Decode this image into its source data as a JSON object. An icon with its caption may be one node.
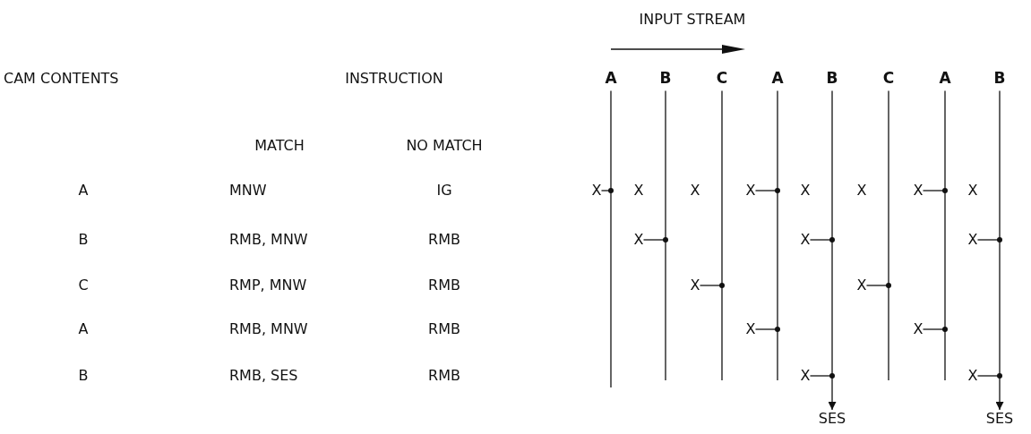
{
  "diagram": {
    "nodes": [
      {
        "text": [
          "A"
        ]
      },
      {
        "text": [
          "B"
        ]
      },
      {
        "text": [
          "C"
        ]
      },
      {
        "text": [
          "A"
        ]
      },
      {
        "text": [
          "B"
        ]
      },
      {
        "text": [
          "C"
        ]
      },
      {
        "text": [
          "A"
        ]
      },
      {
        "text": [
          "B"
        ]
      },
      {
        "text": [
          "X"
        ]
      },
      {
        "text": [
          "X"
        ]
      },
      {
        "text": [
          "X"
        ]
      },
      {
        "text": [
          "X"
        ]
      },
      {
        "text": [
          "X"
        ]
      },
      {
        "text": [
          "X"
        ]
      },
      {
        "text": [
          "X"
        ]
      },
      {
        "text": [
          "X"
        ]
      },
      {
        "text": [
          "X"
        ]
      },
      {
        "text": [
          "X"
        ]
      },
      {
        "text": [
          "X"
        ]
      },
      {
        "text": [
          "X"
        ]
      },
      {
        "text": [
          "SES"
        ]
      },
      {
        "text": [
          "SES"
        ]
      }
    ],
    "edges": [
      {
        "from": 0,
        "to": null,
        "arrow": "none"
      },
      {
        "from": 1,
        "to": null,
        "arrow": "none"
      },
      {
        "from": 2,
        "to": null,
        "arrow": "none"
      },
      {
        "from": 3,
        "to": null,
        "arrow": "none"
      },
      {
        "from": 4,
        "to": 20,
        "arrow": "to"
      },
      {
        "from": 5,
        "to": null,
        "arrow": "none"
      },
      {
        "from": 6,
        "to": null,
        "arrow": "none"
      },
      {
        "from": 7,
        "to": 21,
        "arrow": "to"
      },
      {
        "from": 8,
        "to": null,
        "arrow": "other"
      },
      {
        "from": 9,
        "to": null,
        "arrow": "other"
      },
      {
        "from": 10,
        "to": null,
        "arrow": "other"
      },
      {
        "from": 11,
        "to": null,
        "arrow": "other"
      },
      {
        "from": 12,
        "to": null,
        "arrow": "other"
      },
      {
        "from": 13,
        "to": null,
        "arrow": "other"
      },
      {
        "from": 14,
        "to": null,
        "arrow": "other"
      },
      {
        "from": 15,
        "to": null,
        "arrow": "other"
      },
      {
        "from": 16,
        "to": null,
        "arrow": "other"
      },
      {
        "from": 17,
        "to": null,
        "arrow": "other"
      },
      {
        "from": 18,
        "to": null,
        "arrow": "other"
      },
      {
        "from": 19,
        "to": null,
        "arrow": "other"
      }
    ],
    "labels": [
      "INPUT STREAM",
      "CAM CONTENTS",
      "INSTRUCTION",
      "MATCH",
      "NO MATCH",
      "A",
      "MNW",
      "IG",
      "B",
      "RMB, MNW",
      "RMB",
      "C",
      "RMP, MNW",
      "RMB",
      "A",
      "RMB, MNW",
      "RMB",
      "B",
      "RMB, SES",
      "RMB",
      "X",
      "X",
      "X",
      "X",
      "X"
    ]
  }
}
